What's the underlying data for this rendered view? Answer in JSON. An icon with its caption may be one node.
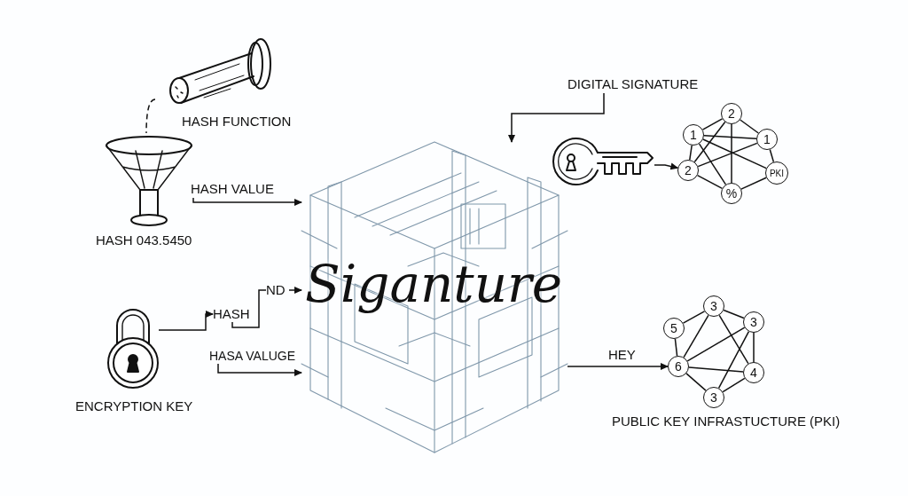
{
  "diagram": {
    "nodes": [
      {
        "text": [
          "HASH FUNCTION"
        ]
      },
      {
        "text": [
          "HASH 043.5450"
        ]
      },
      {
        "text": [
          "HASH VALUE"
        ]
      },
      {
        "text": [
          "Siganture"
        ]
      },
      {
        "text": [
          "ENCRYPTION KEY"
        ]
      },
      {
        "text": [
          "HASH"
        ]
      },
      {
        "text": [
          "ND"
        ]
      },
      {
        "text": [
          "HASA VALUGE"
        ]
      },
      {
        "text": [
          "DIGITAL SIGNATURE"
        ]
      },
      {
        "text": [],
        "shape": "picture"
      },
      {
        "text": [
          "2"
        ]
      },
      {
        "text": [
          "1"
        ]
      },
      {
        "text": [
          "1"
        ]
      },
      {
        "text": [
          "2"
        ]
      },
      {
        "text": [
          "PKI"
        ]
      },
      {
        "text": [
          "%"
        ]
      },
      {
        "text": [
          "3"
        ]
      },
      {
        "text": [
          "5"
        ]
      },
      {
        "text": [
          "3"
        ]
      },
      {
        "text": [
          "6"
        ]
      },
      {
        "text": [
          "4"
        ]
      },
      {
        "text": [
          "3"
        ]
      }
    ],
    "edges": [
      {
        "from": 2,
        "to": 3,
        "arrow": "to"
      },
      {
        "from": 4,
        "to": 5,
        "arrow": "to"
      },
      {
        "from": 5,
        "to": 6,
        "arrow": "none"
      },
      {
        "from": 6,
        "to": 3,
        "arrow": "to"
      },
      {
        "from": 7,
        "to": 3,
        "arrow": "to"
      },
      {
        "from": 8,
        "to": 3,
        "arrow": "to"
      },
      {
        "from": 9,
        "to": 13,
        "arrow": "to"
      },
      {
        "from": 3,
        "to": 19,
        "label": "HEY",
        "arrow": "to"
      },
      {
        "from": 10,
        "to": 11,
        "arrow": "none"
      },
      {
        "from": 10,
        "to": 12,
        "arrow": "none"
      },
      {
        "from": 12,
        "to": 14,
        "arrow": "none"
      },
      {
        "from": 14,
        "to": 15,
        "arrow": "none"
      },
      {
        "from": 15,
        "to": 13,
        "arrow": "none"
      },
      {
        "from": 13,
        "to": 11,
        "arrow": "none"
      },
      {
        "from": 11,
        "to": 12,
        "arrow": "none"
      },
      {
        "from": 11,
        "to": 14,
        "arrow": "none"
      },
      {
        "from": 11,
        "to": 15,
        "arrow": "none"
      },
      {
        "from": 10,
        "to": 13,
        "arrow": "none"
      },
      {
        "from": 10,
        "to": 15,
        "arrow": "none"
      },
      {
        "from": 12,
        "to": 13,
        "arrow": "none"
      },
      {
        "from": 16,
        "to": 18,
        "arrow": "none"
      },
      {
        "from": 18,
        "to": 20,
        "arrow": "none"
      },
      {
        "from": 20,
        "to": 21,
        "arrow": "none"
      },
      {
        "from": 21,
        "to": 19,
        "arrow": "none"
      },
      {
        "from": 19,
        "to": 17,
        "arrow": "none"
      },
      {
        "from": 17,
        "to": 16,
        "arrow": "none"
      },
      {
        "from": 16,
        "to": 19,
        "arrow": "none"
      },
      {
        "from": 16,
        "to": 20,
        "arrow": "none"
      },
      {
        "from": 18,
        "to": 21,
        "arrow": "none"
      },
      {
        "from": 19,
        "to": 20,
        "arrow": "none"
      },
      {
        "from": 18,
        "to": 19,
        "arrow": "none"
      },
      {
        "from": 0,
        "to": 1,
        "arrow": "none",
        "style": "dashed"
      }
    ],
    "labels": [
      "PUBLIC KEY INFRASTUCTURE (PKI)"
    ]
  }
}
